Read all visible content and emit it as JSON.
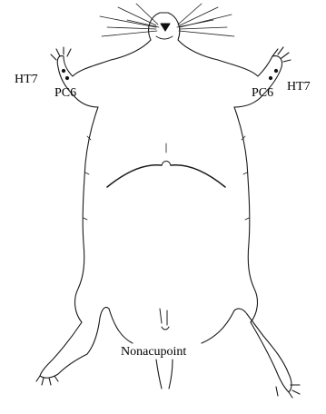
{
  "labels": {
    "ht7_left": "HT7",
    "pc6_left": "PC6",
    "pc6_right": "PC6",
    "ht7_right": "HT7",
    "nonacupoint": "Nonacupoint"
  },
  "colors": {
    "ink": "#000000",
    "background": "#ffffff"
  }
}
